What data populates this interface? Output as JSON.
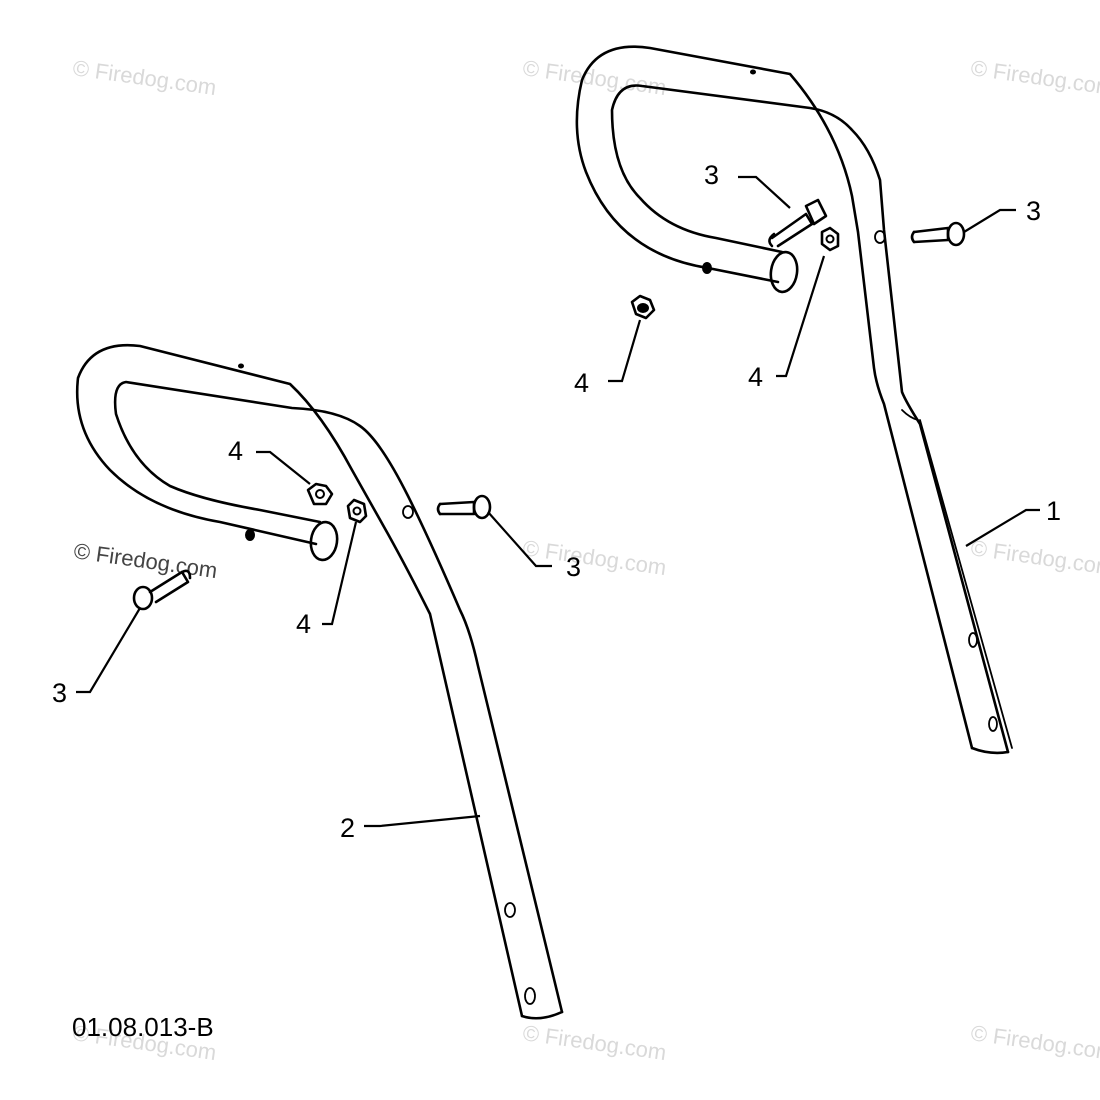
{
  "diagram": {
    "drawing_code": "01.08.013-B",
    "watermark_text": "© Firedog.com",
    "callouts": {
      "part_1": "1",
      "part_2": "2",
      "bolt_a": "3",
      "bolt_b": "3",
      "bolt_c": "3",
      "bolt_d": "3",
      "nut_a": "4",
      "nut_b": "4",
      "nut_c": "4",
      "nut_d": "4"
    }
  }
}
